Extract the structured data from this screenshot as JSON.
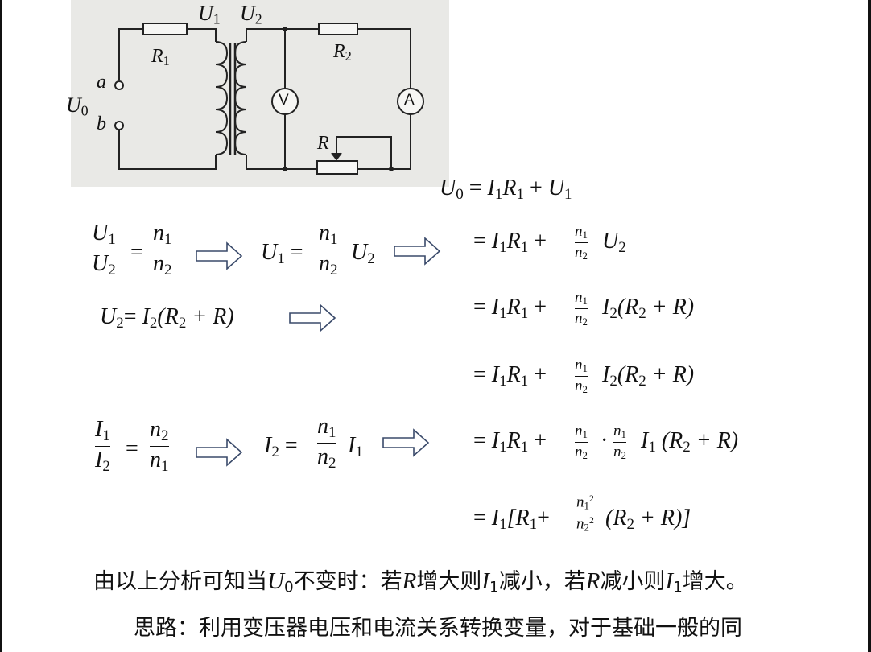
{
  "circuit": {
    "labels": {
      "U1": "U",
      "U1_sub": "1",
      "U2": "U",
      "U2_sub": "2",
      "R1": "R",
      "R1_sub": "1",
      "R2": "R",
      "R2_sub": "2",
      "a": "a",
      "b": "b",
      "U0": "U",
      "U0_sub": "0",
      "R": "R",
      "voltmeter": "V",
      "ammeter": "A"
    }
  },
  "left": {
    "voltage_ratio": {
      "lhs_num": "U",
      "lhs_num_sub": "1",
      "lhs_den": "U",
      "lhs_den_sub": "2",
      "eq": "=",
      "rhs_num": "n",
      "rhs_num_sub": "1",
      "rhs_den": "n",
      "rhs_den_sub": "2"
    },
    "u1_expr": {
      "lhs": "U",
      "lhs_sub": "1",
      "eq": "=",
      "num": "n",
      "num_sub": "1",
      "den": "n",
      "den_sub": "2",
      "tail": "U",
      "tail_sub": "2"
    },
    "u2_expr": {
      "lhs": "U",
      "lhs_sub": "2",
      "eq": "=",
      "body": "I",
      "body_sub": "2",
      "paren": "(R",
      "paren_sub": "2",
      "paren_tail": " + R)"
    },
    "current_ratio": {
      "lhs_num": "I",
      "lhs_num_sub": "1",
      "lhs_den": "I",
      "lhs_den_sub": "2",
      "eq": "=",
      "rhs_num": "n",
      "rhs_num_sub": "2",
      "rhs_den": "n",
      "rhs_den_sub": "1"
    },
    "i2_expr": {
      "lhs": "I",
      "lhs_sub": "2",
      "eq": "=",
      "num": "n",
      "num_sub": "1",
      "den": "n",
      "den_sub": "2",
      "tail": "I",
      "tail_sub": "1"
    }
  },
  "right": {
    "line0": {
      "lhs": "U",
      "lhs_sub": "0",
      "rest": "= I",
      "a_sub": "1",
      "b": "R",
      "b_sub": "1",
      "c": " + U",
      "c_sub": "1"
    },
    "prefix": "= I",
    "prefix_sub": "1",
    "r1": "R",
    "r1_sub": "1",
    "plus": " +",
    "line1_tail": "U",
    "line1_tail_sub": "2",
    "frac_num": "n",
    "frac_num_sub": "1",
    "frac_den": "n",
    "frac_den_sub": "2",
    "i2": "I",
    "i2_sub": "2",
    "paren_open": "(R",
    "paren_sub": "2",
    "paren_close": " + R)",
    "dot": "·",
    "i1": "I",
    "i1_sub": "1",
    "paren_spaced": " (R",
    "last_bracket": "[R",
    "last_sup": "2",
    "last_close": " (R",
    "last_close_tail": " + R)]"
  },
  "conclusion": {
    "p1": "由以上分析可知当",
    "U": "U",
    "U_sub": "0",
    "p2": "不变时：若",
    "R": "R",
    "p3": "增大则",
    "I": "I",
    "I_sub": "1",
    "p4": "减小，若",
    "p5": "减小则",
    "p6": "增大。"
  },
  "idea": "思路：利用变压器电压和电流关系转换变量，对于基础一般的同"
}
